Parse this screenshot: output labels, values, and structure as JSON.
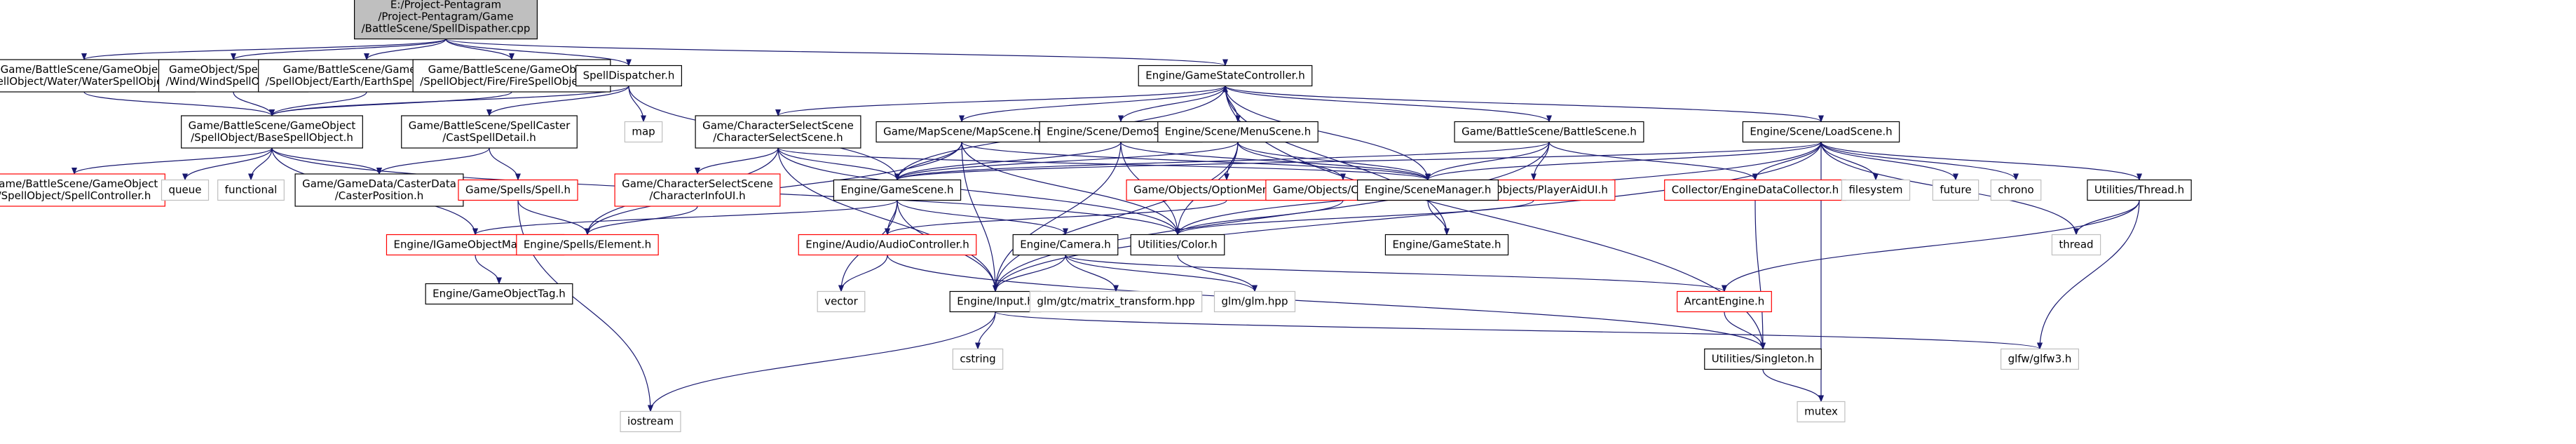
{
  "colors": {
    "edge": "#191970",
    "box_default": "#000000",
    "box_incomplete": "#ff0000",
    "box_external": "#bfbfbf",
    "root_fill": "#bfbfbf"
  },
  "nodes": [
    {
      "id": "root",
      "kind": "root",
      "lines": [
        "E:/Project-Pentagram",
        "/Project-Pentagram/Game",
        "/BattleScene/SpellDispather.cpp"
      ]
    },
    {
      "id": "water",
      "kind": "default",
      "lines": [
        "Game/BattleScene/GameObject",
        "/SpellObject/Water/WaterSpellObjects.h"
      ]
    },
    {
      "id": "wind",
      "kind": "default",
      "lines": [
        "GameObject/SpellObject",
        "/Wind/WindSpellObjects.h"
      ]
    },
    {
      "id": "earth",
      "kind": "default",
      "lines": [
        "Game/BattleScene/GameObject",
        "/SpellObject/Earth/EarthSpellObjects.h"
      ]
    },
    {
      "id": "fire",
      "kind": "default",
      "lines": [
        "Game/BattleScene/GameObject",
        "/SpellObject/Fire/FireSpellObjects.h"
      ]
    },
    {
      "id": "spelldisp",
      "kind": "default",
      "lines": [
        "SpellDispatcher.h"
      ]
    },
    {
      "id": "gsc",
      "kind": "default",
      "lines": [
        "Engine/GameStateController.h"
      ]
    },
    {
      "id": "basespell",
      "kind": "default",
      "lines": [
        "Game/BattleScene/GameObject",
        "/SpellObject/BaseSpellObject.h"
      ]
    },
    {
      "id": "spellctrl",
      "kind": "incomplete",
      "lines": [
        "Game/BattleScene/GameObject",
        "/SpellObject/SpellController.h"
      ]
    },
    {
      "id": "queue",
      "kind": "external",
      "lines": [
        "queue"
      ]
    },
    {
      "id": "functional",
      "kind": "external",
      "lines": [
        "functional"
      ]
    },
    {
      "id": "casterpos",
      "kind": "default",
      "lines": [
        "Game/GameData/CasterData",
        "/CasterPosition.h"
      ]
    },
    {
      "id": "map",
      "kind": "external",
      "lines": [
        "map"
      ]
    },
    {
      "id": "castspell",
      "kind": "default",
      "lines": [
        "Game/BattleScene/SpellCaster",
        "/CastSpellDetail.h"
      ]
    },
    {
      "id": "spell",
      "kind": "incomplete",
      "lines": [
        "Game/Spells/Spell.h"
      ]
    },
    {
      "id": "iostream",
      "kind": "external",
      "lines": [
        "iostream"
      ]
    },
    {
      "id": "charsel",
      "kind": "default",
      "lines": [
        "Game/CharacterSelectScene",
        "/CharacterSelectScene.h"
      ]
    },
    {
      "id": "charselui",
      "kind": "incomplete",
      "lines": [
        "Game/CharacterSelectScene",
        "/CharacterInfoUI.h"
      ]
    },
    {
      "id": "mapscene",
      "kind": "default",
      "lines": [
        "Game/MapScene/MapScene.h"
      ]
    },
    {
      "id": "demo",
      "kind": "default",
      "lines": [
        "Engine/Scene/DemoScene.h"
      ]
    },
    {
      "id": "menu",
      "kind": "default",
      "lines": [
        "Engine/Scene/MenuScene.h"
      ]
    },
    {
      "id": "battle",
      "kind": "default",
      "lines": [
        "Game/BattleScene/BattleScene.h"
      ]
    },
    {
      "id": "load",
      "kind": "default",
      "lines": [
        "Engine/Scene/LoadScene.h"
      ]
    },
    {
      "id": "gamescene",
      "kind": "default",
      "lines": [
        "Engine/GameScene.h"
      ]
    },
    {
      "id": "optmenu",
      "kind": "incomplete",
      "lines": [
        "Game/Objects/OptionMenuObject.h"
      ]
    },
    {
      "id": "confirm",
      "kind": "incomplete",
      "lines": [
        "Game/Objects/ConfirmUI.h"
      ]
    },
    {
      "id": "playeraid",
      "kind": "incomplete",
      "lines": [
        "Game/Objects/PlayerAidUI.h"
      ]
    },
    {
      "id": "scenemgr",
      "kind": "default",
      "lines": [
        "Engine/SceneManager.h"
      ]
    },
    {
      "id": "collector",
      "kind": "incomplete",
      "lines": [
        "Collector/EngineDataCollector.h"
      ]
    },
    {
      "id": "filesystem",
      "kind": "external",
      "lines": [
        "filesystem"
      ]
    },
    {
      "id": "future",
      "kind": "external",
      "lines": [
        "future"
      ]
    },
    {
      "id": "chrono",
      "kind": "external",
      "lines": [
        "chrono"
      ]
    },
    {
      "id": "thread_h",
      "kind": "default",
      "lines": [
        "Utilities/Thread.h"
      ]
    },
    {
      "id": "objmgr",
      "kind": "incomplete",
      "lines": [
        "Engine/IGameObjectManager.h"
      ]
    },
    {
      "id": "element",
      "kind": "incomplete",
      "lines": [
        "Engine/Spells/Element.h"
      ]
    },
    {
      "id": "audio",
      "kind": "incomplete",
      "lines": [
        "Engine/Audio/AudioController.h"
      ]
    },
    {
      "id": "camera",
      "kind": "default",
      "lines": [
        "Engine/Camera.h"
      ]
    },
    {
      "id": "color",
      "kind": "default",
      "lines": [
        "Utilities/Color.h"
      ]
    },
    {
      "id": "gamestate",
      "kind": "default",
      "lines": [
        "Engine/GameState.h"
      ]
    },
    {
      "id": "thread",
      "kind": "external",
      "lines": [
        "thread"
      ]
    },
    {
      "id": "objtag",
      "kind": "default",
      "lines": [
        "Engine/GameObjectTag.h"
      ]
    },
    {
      "id": "vector",
      "kind": "external",
      "lines": [
        "vector"
      ]
    },
    {
      "id": "input",
      "kind": "default",
      "lines": [
        "Engine/Input.h"
      ]
    },
    {
      "id": "glmmat",
      "kind": "external",
      "lines": [
        "glm/gtc/matrix_transform.hpp"
      ]
    },
    {
      "id": "glm",
      "kind": "external",
      "lines": [
        "glm/glm.hpp"
      ]
    },
    {
      "id": "arcant",
      "kind": "incomplete",
      "lines": [
        "ArcantEngine.h"
      ]
    },
    {
      "id": "cstring",
      "kind": "external",
      "lines": [
        "cstring"
      ]
    },
    {
      "id": "singleton",
      "kind": "default",
      "lines": [
        "Utilities/Singleton.h"
      ]
    },
    {
      "id": "glfw",
      "kind": "external",
      "lines": [
        "glfw/glfw3.h"
      ]
    },
    {
      "id": "mutex",
      "kind": "external",
      "lines": [
        "mutex"
      ]
    }
  ],
  "edges": [
    [
      "root",
      "water"
    ],
    [
      "root",
      "wind"
    ],
    [
      "root",
      "earth"
    ],
    [
      "root",
      "fire"
    ],
    [
      "root",
      "spelldisp"
    ],
    [
      "root",
      "gsc"
    ],
    [
      "water",
      "basespell"
    ],
    [
      "wind",
      "basespell"
    ],
    [
      "earth",
      "basespell"
    ],
    [
      "fire",
      "basespell"
    ],
    [
      "spelldisp",
      "basespell"
    ],
    [
      "spelldisp",
      "map"
    ],
    [
      "spelldisp",
      "castspell"
    ],
    [
      "spelldisp",
      "gamescene"
    ],
    [
      "basespell",
      "spellctrl"
    ],
    [
      "basespell",
      "queue"
    ],
    [
      "basespell",
      "functional"
    ],
    [
      "basespell",
      "casterpos"
    ],
    [
      "basespell",
      "objmgr"
    ],
    [
      "basespell",
      "color"
    ],
    [
      "castspell",
      "spell"
    ],
    [
      "castspell",
      "casterpos"
    ],
    [
      "spell",
      "element"
    ],
    [
      "spell",
      "iostream"
    ],
    [
      "gsc",
      "charsel"
    ],
    [
      "gsc",
      "mapscene"
    ],
    [
      "gsc",
      "demo"
    ],
    [
      "gsc",
      "menu"
    ],
    [
      "gsc",
      "battle"
    ],
    [
      "gsc",
      "load"
    ],
    [
      "gsc",
      "gamescene"
    ],
    [
      "gsc",
      "gamestate"
    ],
    [
      "gsc",
      "singleton"
    ],
    [
      "charsel",
      "charselui"
    ],
    [
      "charsel",
      "gamescene"
    ],
    [
      "charsel",
      "scenemgr"
    ],
    [
      "charsel",
      "element"
    ],
    [
      "charsel",
      "input"
    ],
    [
      "charsel",
      "color"
    ],
    [
      "charselui",
      "element"
    ],
    [
      "mapscene",
      "gamescene"
    ],
    [
      "mapscene",
      "scenemgr"
    ],
    [
      "mapscene",
      "element"
    ],
    [
      "mapscene",
      "color"
    ],
    [
      "mapscene",
      "input"
    ],
    [
      "demo",
      "gamescene"
    ],
    [
      "demo",
      "scenemgr"
    ],
    [
      "demo",
      "input"
    ],
    [
      "demo",
      "color"
    ],
    [
      "menu",
      "gamescene"
    ],
    [
      "menu",
      "optmenu"
    ],
    [
      "menu",
      "confirm"
    ],
    [
      "menu",
      "scenemgr"
    ],
    [
      "menu",
      "input"
    ],
    [
      "menu",
      "color"
    ],
    [
      "battle",
      "gamescene"
    ],
    [
      "battle",
      "playeraid"
    ],
    [
      "battle",
      "scenemgr"
    ],
    [
      "battle",
      "collector"
    ],
    [
      "battle",
      "input"
    ],
    [
      "load",
      "gamescene"
    ],
    [
      "load",
      "scenemgr"
    ],
    [
      "load",
      "collector"
    ],
    [
      "load",
      "filesystem"
    ],
    [
      "load",
      "future"
    ],
    [
      "load",
      "chrono"
    ],
    [
      "load",
      "thread_h"
    ],
    [
      "load",
      "thread"
    ],
    [
      "load",
      "mutex"
    ],
    [
      "load",
      "color"
    ],
    [
      "load",
      "input"
    ],
    [
      "gamescene",
      "objmgr"
    ],
    [
      "gamescene",
      "audio"
    ],
    [
      "gamescene",
      "camera"
    ],
    [
      "gamescene",
      "input"
    ],
    [
      "gamescene",
      "vector"
    ],
    [
      "optmenu",
      "audio"
    ],
    [
      "confirm",
      "color"
    ],
    [
      "playeraid",
      "color"
    ],
    [
      "scenemgr",
      "gamestate"
    ],
    [
      "scenemgr",
      "gsc"
    ],
    [
      "collector",
      "singleton"
    ],
    [
      "thread_h",
      "thread"
    ],
    [
      "thread_h",
      "arcant"
    ],
    [
      "thread_h",
      "glfw"
    ],
    [
      "objmgr",
      "objtag"
    ],
    [
      "audio",
      "vector"
    ],
    [
      "audio",
      "singleton"
    ],
    [
      "camera",
      "input"
    ],
    [
      "camera",
      "glmmat"
    ],
    [
      "camera",
      "glm"
    ],
    [
      "camera",
      "arcant"
    ],
    [
      "color",
      "glm"
    ],
    [
      "input",
      "iostream"
    ],
    [
      "input",
      "cstring"
    ],
    [
      "input",
      "glfw"
    ],
    [
      "arcant",
      "singleton"
    ],
    [
      "singleton",
      "mutex"
    ]
  ]
}
